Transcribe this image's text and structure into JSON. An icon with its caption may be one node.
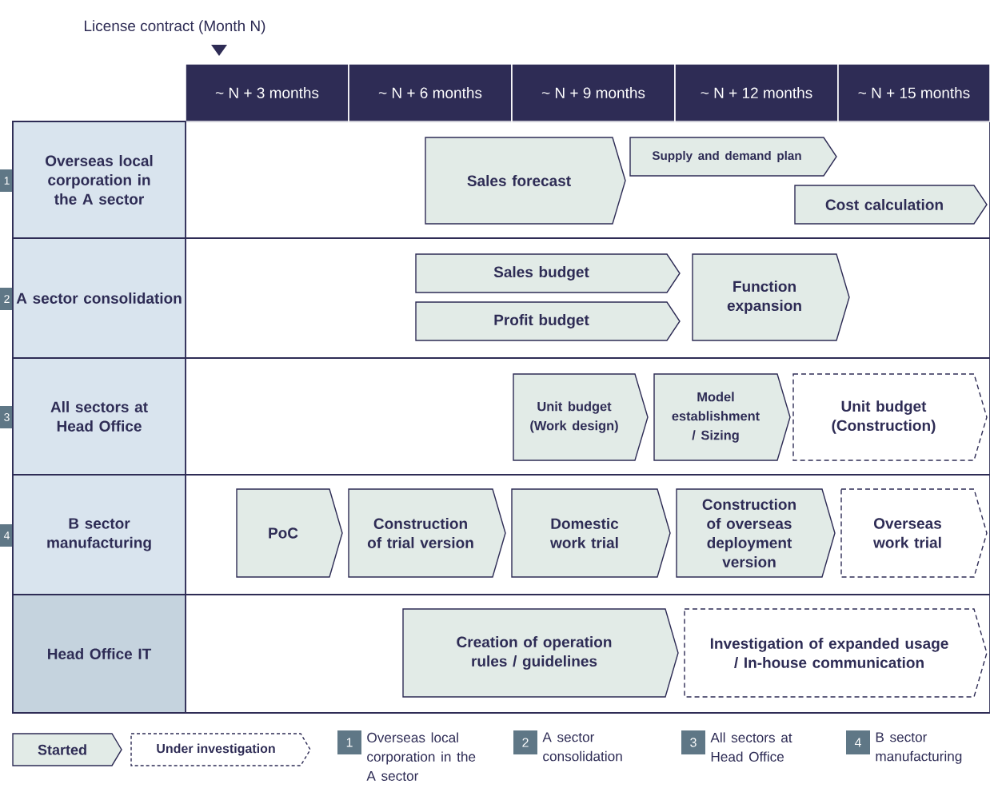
{
  "diagram": {
    "nodes": [
      {
        "text": [
          "~ N + 3 months"
        ]
      },
      {
        "text": [
          "~ N + 6 months"
        ]
      },
      {
        "text": [
          "~ N + 9 months"
        ]
      },
      {
        "text": [
          "~ N + 12 months"
        ]
      },
      {
        "text": [
          "~ N + 15 months"
        ]
      },
      {
        "text": [
          "1"
        ]
      },
      {
        "text": [
          "Overseas local corporation in the A sector"
        ]
      },
      {
        "text": [
          "Sales forecast"
        ]
      },
      {
        "text": [
          "Supply and demand plan"
        ]
      },
      {
        "text": [
          "Cost calculation"
        ]
      },
      {
        "text": [
          "2"
        ]
      },
      {
        "text": [
          "A sector consolidation"
        ]
      },
      {
        "text": [
          "Sales budget"
        ]
      },
      {
        "text": [
          "Profit budget"
        ]
      },
      {
        "text": [
          "Function expansion"
        ]
      },
      {
        "text": [
          "3"
        ]
      },
      {
        "text": [
          "All sectors at Head Office"
        ]
      },
      {
        "text": [
          "Unit budget (Work design)"
        ]
      },
      {
        "text": [
          "Model establishment / Sizing"
        ]
      },
      {
        "text": [
          "Unit budget (Construction)"
        ]
      },
      {
        "text": [
          "4"
        ]
      },
      {
        "text": [
          "B sector manufacturing"
        ]
      },
      {
        "text": [
          "PoC"
        ]
      },
      {
        "text": [
          "Construction of trial version"
        ]
      },
      {
        "text": [
          "Domestic work trial"
        ]
      },
      {
        "text": [
          "Construction of overseas deployment version"
        ]
      },
      {
        "text": [
          "Overseas work trial"
        ]
      },
      {
        "text": [
          "Head Office IT"
        ]
      },
      {
        "text": [
          "Creation of operation rules / guidelines"
        ]
      },
      {
        "text": [
          "Investigation of expanded usage / In-house communication"
        ]
      },
      {
        "text": [
          "1"
        ],
        "beside": [
          "Overseas local corporation in the A sector"
        ]
      },
      {
        "text": [
          "2"
        ],
        "beside": [
          "A sector consolidation"
        ]
      },
      {
        "text": [
          "3"
        ],
        "beside": [
          "All sectors at Head Office"
        ]
      },
      {
        "text": [
          "4"
        ],
        "beside": [
          "B sector manufacturing"
        ]
      }
    ],
    "labels": [
      "License contract (Month N)"
    ],
    "legend": [
      {
        "text": "Started"
      },
      {
        "text": "Under investigation"
      }
    ]
  }
}
